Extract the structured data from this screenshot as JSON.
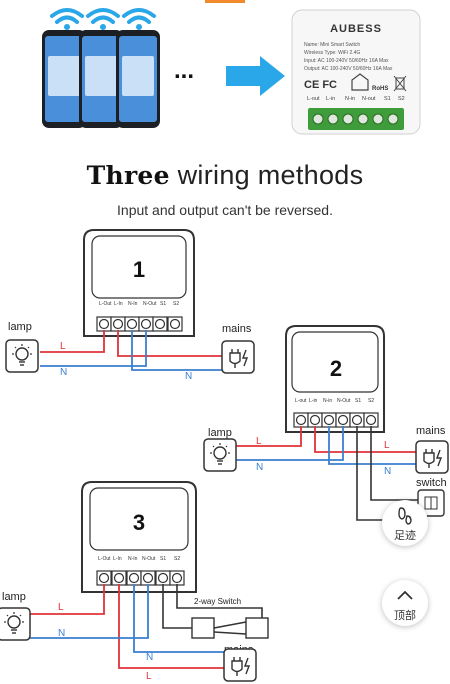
{
  "device": {
    "brand": "AUBESS",
    "line1": "Name: Mini Smart Switch",
    "line2": "Wireless Type: WiFi 2.4G",
    "line3": "Input: AC 100-240V 50/60Hz 16A Max",
    "line4": "Output: AC 100-240V 50/60Hz 16A Max",
    "cert": "CE FC",
    "rohs": "RoHS",
    "terminals": [
      "L-out",
      "L-in",
      "N-in",
      "N-out",
      "S1",
      "S2"
    ]
  },
  "heading": {
    "bold": "Three",
    "rest": " wiring methods"
  },
  "subtitle": "Input and output can't be reversed.",
  "ellipsis": "...",
  "diagrams": {
    "d1": {
      "number": "1",
      "lamp": "lamp",
      "mains": "mains",
      "l": "L",
      "n": "N",
      "n2": "N",
      "terminals": [
        "L-Out",
        "L-In",
        "N-In",
        "N-Out",
        "S1",
        "S2"
      ]
    },
    "d2": {
      "number": "2",
      "lamp": "lamp",
      "mains": "mains",
      "switch": "switch",
      "l": "L",
      "l2": "L",
      "n": "N",
      "n2": "N",
      "terminals": [
        "L-out",
        "L-in",
        "N-in",
        "N-Out",
        "S1",
        "S2"
      ]
    },
    "d3": {
      "number": "3",
      "lamp": "lamp",
      "mains": "mains",
      "switch": "2-way Switch",
      "l": "L",
      "l2": "L",
      "n": "N",
      "n2": "N",
      "terminals": [
        "L-Out",
        "L-In",
        "N-In",
        "N-Out",
        "S1",
        "S2"
      ]
    }
  },
  "buttons": {
    "footprint": "足迹",
    "top": "顶部"
  },
  "colors": {
    "live": "#e0333a",
    "neutral": "#3a7fd1",
    "arrow": "#2aa7e8",
    "wifi": "#2aa7e8",
    "terminal_green": "#3f9c3a"
  }
}
